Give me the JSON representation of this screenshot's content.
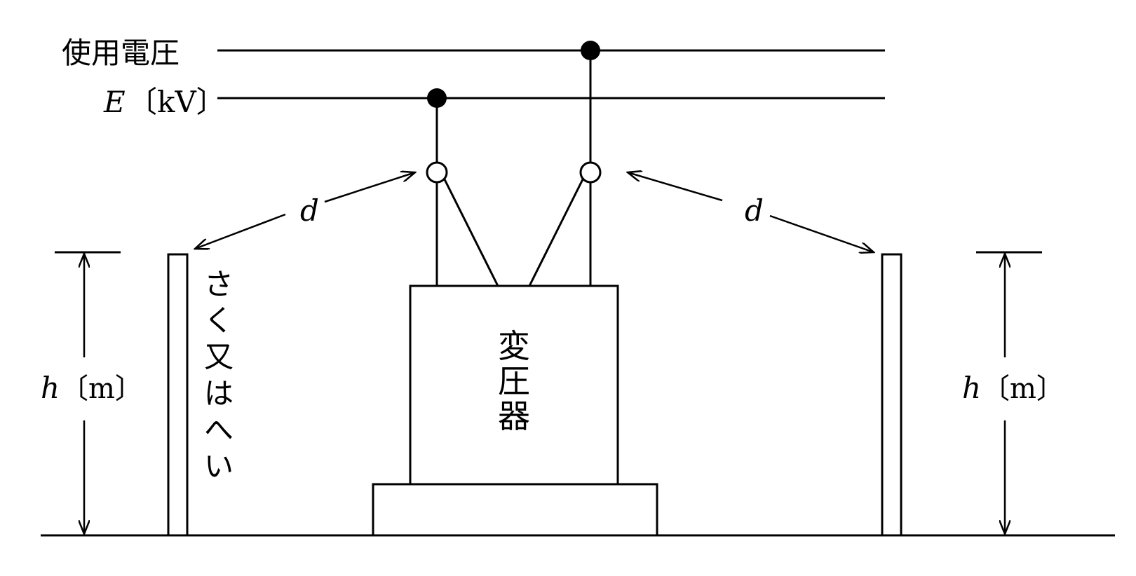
{
  "labels": {
    "voltage_title": "使用電圧",
    "voltage_var": "E",
    "voltage_unit": "〔kV〕",
    "distance_left": "d",
    "distance_right": "d",
    "height_left_var": "h",
    "height_left_unit": "〔m〕",
    "height_right_var": "h",
    "height_right_unit": "〔m〕",
    "transformer_chars": [
      "変",
      "圧",
      "器"
    ],
    "fence_chars": [
      "さ",
      "く",
      "又",
      "は",
      "へ",
      "い"
    ]
  }
}
